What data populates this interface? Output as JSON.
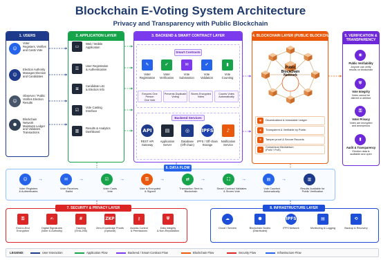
{
  "title": "Blockchain E-Voting System Architecture",
  "subtitle": "Privacy and Transparency with Public Blockchain",
  "users": {
    "header": "1. USERS",
    "items": [
      {
        "icon": "voter-avatar-icon",
        "text": "Voter\nRegisters, Verifies\nand Casts Vote"
      },
      {
        "icon": "election-authority-avatar-icon",
        "text": "Election Authority\nManages Election\nand Candidates"
      },
      {
        "icon": "observer-avatar-icon",
        "text": "Observer / Public\nVerifies Election\nResults"
      },
      {
        "icon": "blockchain-network-icon",
        "text": "Blockchain\nNetwork\nMaintains Ledger\nand Validates\nTransactions"
      }
    ]
  },
  "app_layer": {
    "header": "2. APPLICATION LAYER",
    "items": [
      {
        "icon": "laptop-phone-icon",
        "text": "Web / Mobile\nApplication"
      },
      {
        "icon": "user-registration-icon",
        "text": "User Registration\n& Authentication"
      },
      {
        "icon": "candidate-list-icon",
        "text": "Candidate List\n& Election Info"
      },
      {
        "icon": "vote-casting-icon",
        "text": "Vote Casting\nInterface"
      },
      {
        "icon": "results-dashboard-icon",
        "text": "Results & Analytics\nDashboard"
      }
    ]
  },
  "backend_layer": {
    "header": "3. BACKEND & SMART CONTRACT LAYER",
    "smart_contracts": {
      "title": "Smart Contracts",
      "items": [
        {
          "icon": "voter-registration-contract-icon",
          "text": "Voter\nRegistration"
        },
        {
          "icon": "voter-verification-contract-icon",
          "text": "Voter\nVerification"
        },
        {
          "icon": "vote-submission-contract-icon",
          "text": "Vote\nSubmission"
        },
        {
          "icon": "vote-validation-contract-icon",
          "text": "Vote\nValidation"
        },
        {
          "icon": "vote-counting-contract-icon",
          "text": "Vote\nCounting"
        }
      ],
      "rules": [
        "Ensures One Person\nOne Vote",
        "Prevents Duplicate\nVoting",
        "Stores Encrypted\nVotes",
        "Counts Votes\nAutomatically"
      ]
    },
    "backend_services": {
      "title": "Backend Services",
      "items": [
        {
          "icon": "api-icon",
          "text": "REST API\nGateway"
        },
        {
          "icon": "application-server-icon",
          "text": "Application\nServer"
        },
        {
          "icon": "database-icon",
          "text": "Database\n(Off-chain)"
        },
        {
          "icon": "ipfs-icon",
          "icon_text": "IPFS",
          "text": "IPFS / Off-chain\nStorage"
        },
        {
          "icon": "notification-bell-icon",
          "text": "Notification\nService"
        }
      ]
    }
  },
  "blockchain_layer": {
    "header": "4. BLOCKCHAIN LAYER (PUBLIC BLOCKCHAIN)",
    "center_text": "Public\nBlockchain\nNetwork",
    "features": [
      {
        "icon": "ledger-icon",
        "text": "Decentralized & Immutable Ledger"
      },
      {
        "icon": "transparency-icon",
        "text": "Transparent & Verifiable by Public"
      },
      {
        "icon": "tamper-proof-icon",
        "text": "Tamper-proof & Secure Records"
      },
      {
        "icon": "consensus-icon",
        "text": "Consensus Mechanism\n(PoW / PoS)"
      }
    ]
  },
  "verification": {
    "header": "5. VERIFICATION & TRANSPARENCY",
    "items": [
      {
        "icon": "public-verifiability-eye-icon",
        "title": "Public Verifiability",
        "text": "Anyone can verify\nresults on blockchain"
      },
      {
        "icon": "vote-integrity-shield-icon",
        "title": "Vote Integrity",
        "text": "Votes cannot be\naltered or deleted"
      },
      {
        "icon": "voter-privacy-lock-icon",
        "title": "Voter Privacy",
        "text": "Votes are encrypted\nand anonymous"
      },
      {
        "icon": "audit-chart-icon",
        "title": "Audit & Transparency",
        "text": "Election data is\nauditable and open"
      }
    ]
  },
  "data_flow": {
    "header": "6. DATA FLOW",
    "steps": [
      {
        "icon": "voter-registers-icon",
        "text": "Voter Registers\n& Authenticates"
      },
      {
        "icon": "voter-receives-ballot-icon",
        "text": "Voter Receives\nBallot"
      },
      {
        "icon": "voter-casts-vote-icon",
        "text": "Voter Casts\nVote"
      },
      {
        "icon": "vote-encrypted-icon",
        "text": "Vote is Encrypted\n& Signed"
      },
      {
        "icon": "transaction-sent-icon",
        "text": "Transaction Sent to\nBlockchain"
      },
      {
        "icon": "smart-contract-validates-icon",
        "text": "Smart Contract Validates\n& Stores Vote"
      },
      {
        "icon": "vote-counted-icon",
        "text": "Vote Counted\nAutomatically"
      },
      {
        "icon": "results-available-icon",
        "text": "Results Available for\nPublic Verification"
      }
    ]
  },
  "security": {
    "header": "7. SECURITY & PRIVACY LAYER",
    "items": [
      {
        "icon": "end-to-end-encryption-icon",
        "text": "End-to-End\nEncryption"
      },
      {
        "icon": "digital-signature-icon",
        "text": "Digital Signatures\n(Voter & Authority)"
      },
      {
        "icon": "hashing-icon",
        "icon_text": "#",
        "text": "Hashing\n(SHA-256)"
      },
      {
        "icon": "zkp-icon",
        "icon_text": "ZKP",
        "text": "Zero-Knowledge Proofs\n(Optional)"
      },
      {
        "icon": "access-control-icon",
        "text": "Access Control\n& Permissions"
      },
      {
        "icon": "data-integrity-icon",
        "text": "Data Integrity\n& Non-Repudiation"
      }
    ]
  },
  "infrastructure": {
    "header": "8. INFRASTRUCTURE LAYER",
    "items": [
      {
        "icon": "cloud-servers-icon",
        "text": "Cloud / Servers"
      },
      {
        "icon": "blockchain-nodes-icon",
        "text": "Blockchain Nodes\n(Distributed)"
      },
      {
        "icon": "ipfs-network-icon",
        "icon_text": "IPFS",
        "text": "IPFS Network"
      },
      {
        "icon": "monitoring-icon",
        "text": "Monitoring & Logging"
      },
      {
        "icon": "backup-recovery-icon",
        "text": "Backup & Recovery"
      }
    ]
  },
  "legend": {
    "title": "LEGEND:",
    "items": [
      {
        "text": "User Interaction",
        "color": "#1e3a8a"
      },
      {
        "text": "Application Flow",
        "color": "#16a34a"
      },
      {
        "text": "Backend / Smart Contract Flow",
        "color": "#7c3aed"
      },
      {
        "text": "Blockchain Flow",
        "color": "#ea580c"
      },
      {
        "text": "Security Flow",
        "color": "#dc2626"
      },
      {
        "text": "Infrastructure Flow",
        "color": "#2563eb"
      }
    ]
  },
  "colors": {
    "users": "#1e3a8a",
    "application": "#16a34a",
    "backend": "#7c3aed",
    "blockchain": "#ea580c",
    "verification": "#6d28d9",
    "dataflow": "#2563eb",
    "security": "#dc2626",
    "infrastructure": "#1d4ed8"
  }
}
